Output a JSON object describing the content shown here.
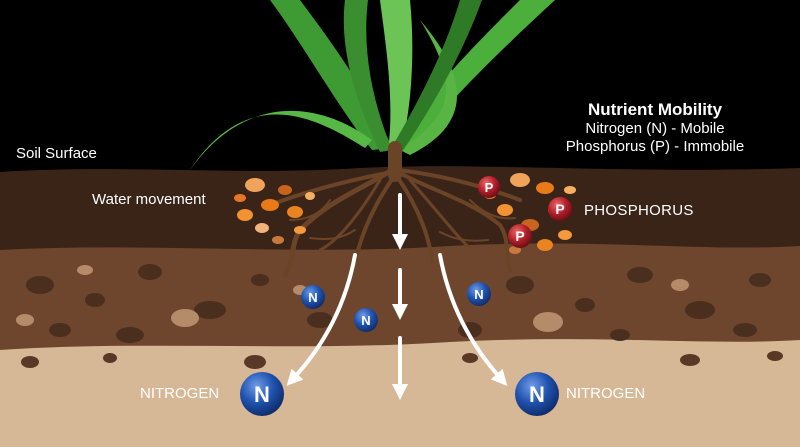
{
  "labels": {
    "soil_surface": "Soil Surface",
    "water_movement": "Water movement",
    "phosphorus": "PHOSPHORUS",
    "nitrogen_left": "NITROGEN",
    "nitrogen_right": "NITROGEN"
  },
  "legend": {
    "title": "Nutrient Mobility",
    "line1": "Nitrogen (N) - Mobile",
    "line2": "Phosphorus (P) - Immobile"
  },
  "symbols": {
    "nitrogen": "N",
    "phosphorus": "P"
  },
  "colors": {
    "background": "#000000",
    "topsoil": "#3a2418",
    "midsoil": "#70482f",
    "subsoil": "#d8b998",
    "leaf": "#4caf3c",
    "root": "#5c3a22",
    "nitrogen_ion": "#1e4fa8",
    "phosphorus_ion": "#b0202a",
    "gravel": "#f28a1e"
  }
}
